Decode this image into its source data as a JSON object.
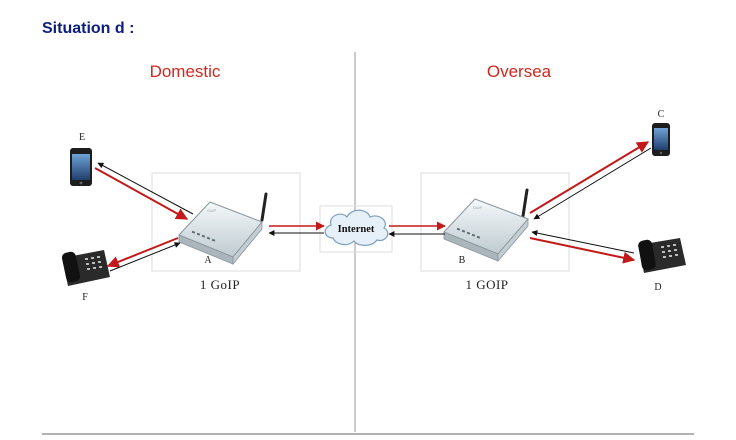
{
  "heading": "Situation d :",
  "sides": {
    "left": {
      "title": "Domestic"
    },
    "right": {
      "title": "Oversea"
    }
  },
  "gateways": {
    "a": {
      "letter": "A",
      "label": "1 GoIP"
    },
    "b": {
      "letter": "B",
      "label": "1 GOIP"
    }
  },
  "devices": {
    "e": {
      "letter": "E"
    },
    "f": {
      "letter": "F"
    },
    "c": {
      "letter": "C"
    },
    "d": {
      "letter": "D"
    }
  },
  "cloud": {
    "label": "Internet"
  },
  "colors": {
    "heading": "#0b1f7a",
    "side_title": "#d0281e",
    "signal_arrow": "#c21a1a",
    "return_arrow": "#111111",
    "frame": "#dddddd",
    "divider": "#999999",
    "device_body": "#222222",
    "gateway_body": "#e6edf0"
  }
}
